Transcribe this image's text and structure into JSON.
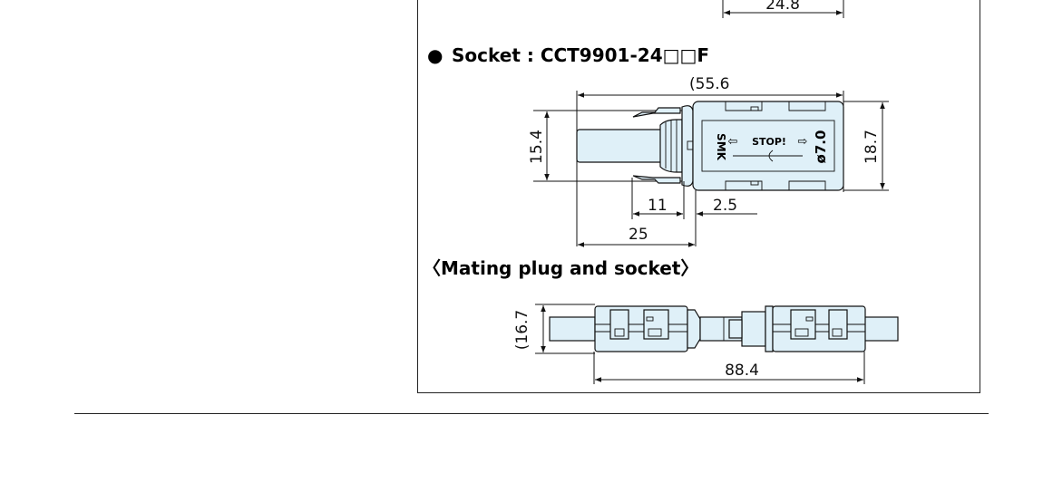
{
  "top_dimension": {
    "value": "24.8"
  },
  "socket": {
    "bullet": "●",
    "heading": "Socket :  CCT9901-24□□F",
    "dimensions": {
      "overall_length": "(55.6",
      "height_left": "15.4",
      "height_right": "18.7",
      "dim_11": "11",
      "dim_2_5": "2.5",
      "dim_25": "25"
    },
    "markings": {
      "brand": "SMK",
      "stop": "STOP!",
      "diameter": "ø7.0"
    }
  },
  "mating": {
    "heading": "〈Mating plug and socket〉",
    "dimensions": {
      "height": "(16.7",
      "overall_length": "88.4"
    }
  },
  "colors": {
    "body_fill": "#dff0f8",
    "line": "#111111"
  }
}
